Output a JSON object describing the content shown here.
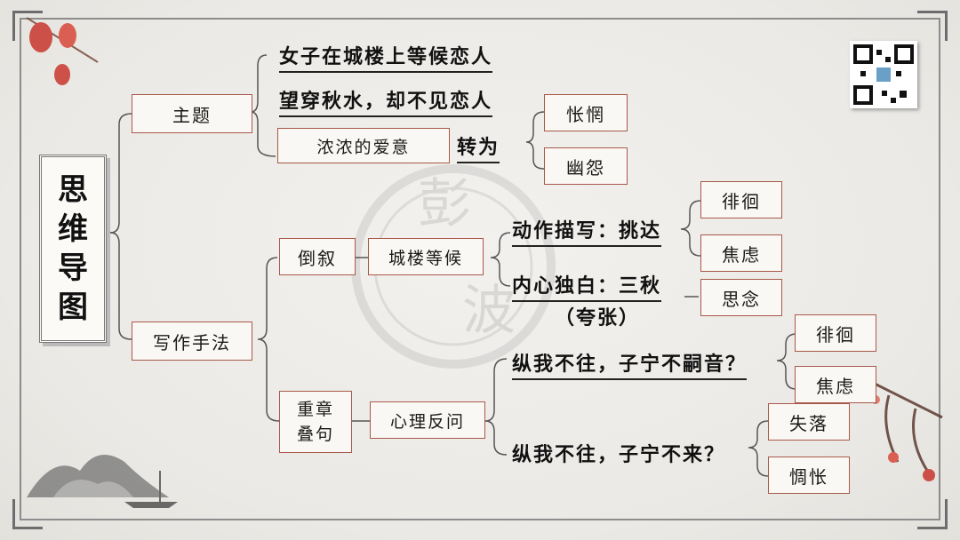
{
  "title": {
    "chars": [
      "思",
      "维",
      "导",
      "图"
    ]
  },
  "main": {
    "theme_label": "主题",
    "theme_points": [
      "女子在城楼上等候恋人",
      "望穿秋水，却不见恋人"
    ],
    "love_box": "浓浓的爱意",
    "turn_text": "转为",
    "emotions": [
      "怅惘",
      "幽怨"
    ],
    "technique_label": "写作手法",
    "flashback_label": "倒叙",
    "waiting_label": "城楼等候",
    "action_text": "动作描写：挑达",
    "action_results": [
      "徘徊",
      "焦虑"
    ],
    "monologue_text": "内心独白：三秋",
    "monologue_note": "（夸张）",
    "monologue_result": "思念",
    "repetition_label": "重章叠句",
    "psych_label": "心理反问",
    "question1": "纵我不往，子宁不嗣音？",
    "question1_results": [
      "徘徊",
      "焦虑"
    ],
    "question2": "纵我不往，子宁不来？",
    "question2_results": [
      "失落",
      "惆怅"
    ]
  },
  "colors": {
    "box_border": "#a8584a",
    "line": "#555555",
    "background": "#eeece8"
  }
}
